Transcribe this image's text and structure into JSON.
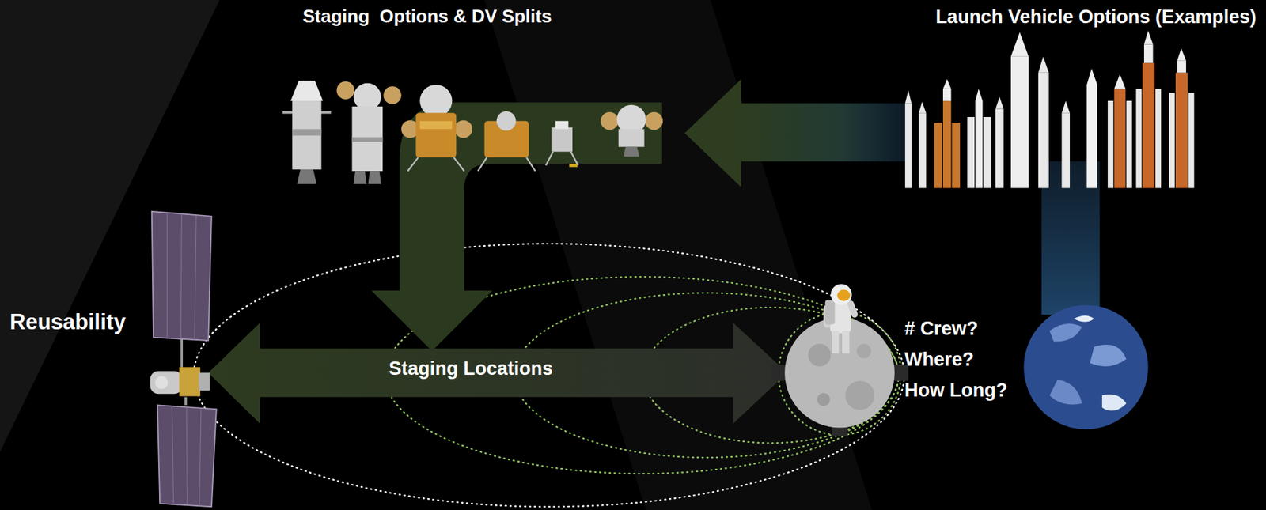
{
  "diagram": {
    "labels": [
      "Staging  Options & DV Splits",
      "Launch Vehicle Options (Examples)",
      "Reusability",
      "Staging Locations",
      "# Crew?",
      "Where?",
      "How Long?"
    ]
  }
}
